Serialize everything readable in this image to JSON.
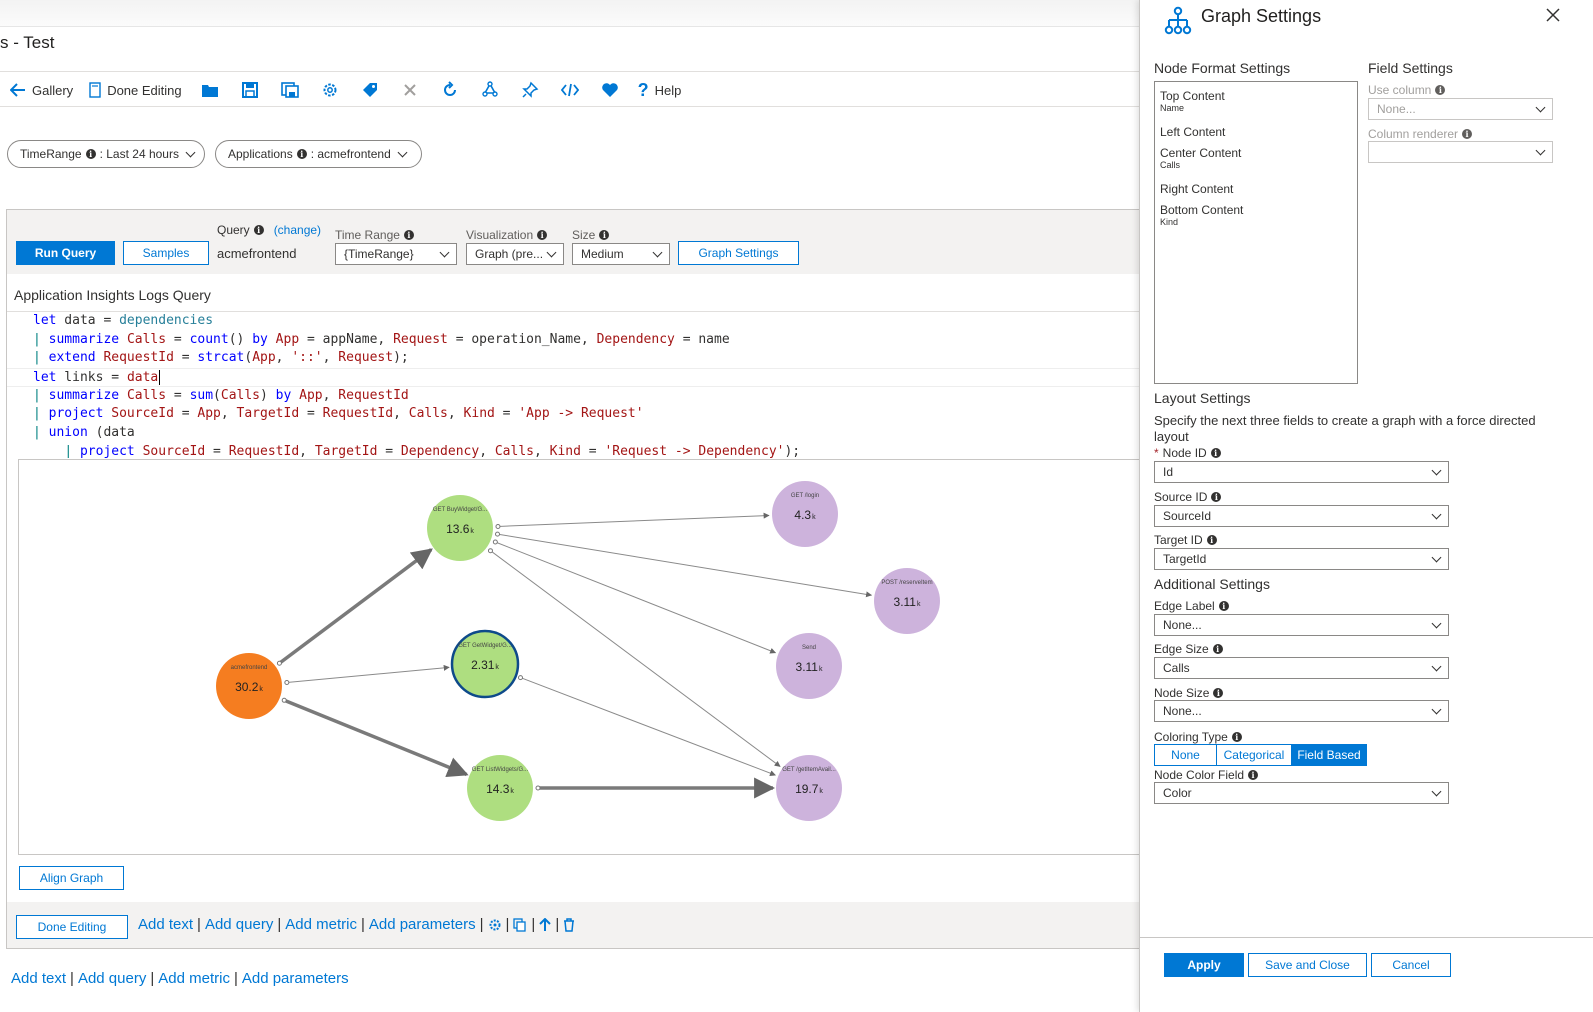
{
  "window": {
    "title": "s - Test"
  },
  "toolbar": {
    "gallery_label": "Gallery",
    "done_editing_label": "Done Editing",
    "help_label": "Help",
    "icons": [
      "open-folder-icon",
      "save-icon",
      "save-as-icon",
      "settings-icon",
      "tag-icon",
      "discard-icon",
      "refresh-icon",
      "share-icon",
      "pin-icon",
      "code-icon",
      "favorite-icon"
    ]
  },
  "parameters": [
    {
      "name": "TimeRange",
      "value": ": Last 24 hours"
    },
    {
      "name": "Applications",
      "value": ": acmefrontend"
    }
  ],
  "query_step": {
    "run_query_label": "Run Query",
    "samples_label": "Samples",
    "query_label": "Query",
    "change_link": "(change)",
    "query_value": "acmefrontend",
    "time_range_label": "Time Range",
    "time_range_value": "{TimeRange}",
    "visualization_label": "Visualization",
    "visualization_value": "Graph (pre...",
    "size_label": "Size",
    "size_value": "Medium",
    "graph_settings_label": "Graph Settings",
    "editor_title": "Application Insights Logs Query"
  },
  "code_lines": [
    "let data = dependencies",
    "| summarize Calls = count() by App = appName, Request = operation_Name, Dependency = name",
    "| extend RequestId = strcat(App, '::', Request);",
    "let links = data",
    "| summarize Calls = sum(Calls) by App, RequestId",
    "| project SourceId = App, TargetId = RequestId, Calls, Kind = 'App -> Request'",
    "| union (data",
    "    | project SourceId = RequestId, TargetId = Dependency, Calls, Kind = 'Request -> Dependency');"
  ],
  "graph": {
    "nodes": [
      {
        "id": "acmefrontend",
        "label": "acmefrontend",
        "value": "30.2",
        "unit": "k",
        "color": "#f57d20",
        "kind": "app"
      },
      {
        "id": "buy",
        "label": "GET BuyWidget/G...",
        "value": "13.6",
        "unit": "k",
        "color": "#aede80",
        "kind": "request"
      },
      {
        "id": "getwidget",
        "label": "GET GetWidget/G...",
        "value": "2.31",
        "unit": "k",
        "color": "#aede80",
        "kind": "request",
        "selected": true
      },
      {
        "id": "list",
        "label": "GET ListWidgets/G...",
        "value": "14.3",
        "unit": "k",
        "color": "#aede80",
        "kind": "request"
      },
      {
        "id": "login",
        "label": "GET /login",
        "value": "4.3",
        "unit": "k",
        "color": "#cdb3dc",
        "kind": "dependency"
      },
      {
        "id": "reserve",
        "label": "POST /reserveItem",
        "value": "3.11",
        "unit": "k",
        "color": "#cdb3dc",
        "kind": "dependency"
      },
      {
        "id": "send",
        "label": "Send",
        "value": "3.11",
        "unit": "k",
        "color": "#cdb3dc",
        "kind": "dependency"
      },
      {
        "id": "avail",
        "label": "GET /getItemAvail...",
        "value": "19.7",
        "unit": "k",
        "color": "#cdb3dc",
        "kind": "dependency"
      }
    ],
    "links": [
      {
        "source": "acmefrontend",
        "target": "buy",
        "weight": "heavy"
      },
      {
        "source": "acmefrontend",
        "target": "getwidget",
        "weight": "light"
      },
      {
        "source": "acmefrontend",
        "target": "list",
        "weight": "heavy"
      },
      {
        "source": "buy",
        "target": "login",
        "weight": "light"
      },
      {
        "source": "buy",
        "target": "reserve",
        "weight": "light"
      },
      {
        "source": "buy",
        "target": "send",
        "weight": "light"
      },
      {
        "source": "buy",
        "target": "avail",
        "weight": "light"
      },
      {
        "source": "getwidget",
        "target": "avail",
        "weight": "light"
      },
      {
        "source": "list",
        "target": "avail",
        "weight": "heavy"
      }
    ]
  },
  "align_graph_label": "Align Graph",
  "step_footer": {
    "done_editing_label": "Done Editing",
    "links": [
      "Add text",
      "Add query",
      "Add metric",
      "Add parameters"
    ]
  },
  "page_footer": {
    "links": [
      "Add text",
      "Add query",
      "Add metric",
      "Add parameters"
    ]
  },
  "graph_settings": {
    "title": "Graph Settings",
    "node_format_title": "Node Format Settings",
    "node_format_items": [
      {
        "label": "Top Content",
        "sub": "Name"
      },
      {
        "label": "Left Content",
        "sub": ""
      },
      {
        "label": "Center Content",
        "sub": "Calls"
      },
      {
        "label": "Right Content",
        "sub": ""
      },
      {
        "label": "Bottom Content",
        "sub": "Kind"
      }
    ],
    "field_settings_title": "Field Settings",
    "use_column_label": "Use column",
    "use_column_value": "None...",
    "column_renderer_label": "Column renderer",
    "column_renderer_value": "",
    "layout_title": "Layout Settings",
    "layout_desc": "Specify the next three fields to create a graph with a force directed layout",
    "node_id_label": "Node ID",
    "node_id_value": "Id",
    "source_id_label": "Source ID",
    "source_id_value": "SourceId",
    "target_id_label": "Target ID",
    "target_id_value": "TargetId",
    "additional_title": "Additional Settings",
    "edge_label_label": "Edge Label",
    "edge_label_value": "None...",
    "edge_size_label": "Edge Size",
    "edge_size_value": "Calls",
    "node_size_label": "Node Size",
    "node_size_value": "None...",
    "coloring_type_label": "Coloring Type",
    "coloring_options": [
      "None",
      "Categorical",
      "Field Based"
    ],
    "coloring_selected": "Field Based",
    "node_color_field_label": "Node Color Field",
    "node_color_field_value": "Color",
    "apply_label": "Apply",
    "save_close_label": "Save and Close",
    "cancel_label": "Cancel"
  },
  "colors": {
    "accent": "#0078d4",
    "app_node": "#f57d20",
    "request_node": "#aede80",
    "dependency_node": "#cdb3dc"
  }
}
